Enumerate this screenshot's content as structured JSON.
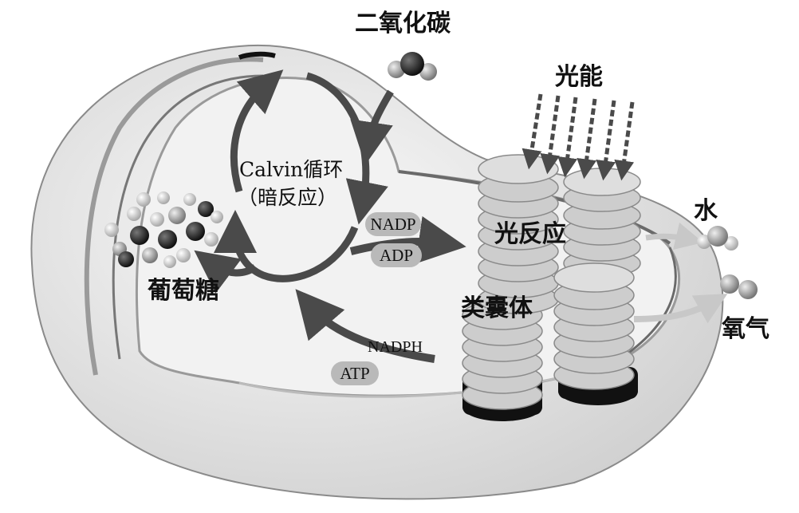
{
  "labels": {
    "co2": "二氧化碳",
    "light_energy": "光能",
    "calvin_cycle": "Calvin循环",
    "dark_reaction": "（暗反应）",
    "glucose": "葡萄糖",
    "light_reaction": "光反应",
    "thylakoid": "类囊体",
    "water": "水",
    "oxygen": "氧气",
    "nadp": "NADP",
    "adp": "ADP",
    "nadph": "NADPH",
    "atp": "ATP"
  },
  "colors": {
    "background": "#ffffff",
    "outer_membrane": "#e6e6e6",
    "inner_fill": "#f0f0f0",
    "arrow": "#4a4a4a",
    "thylakoid_disc": "#cfcfcf",
    "pill": "#b9b9b9"
  }
}
